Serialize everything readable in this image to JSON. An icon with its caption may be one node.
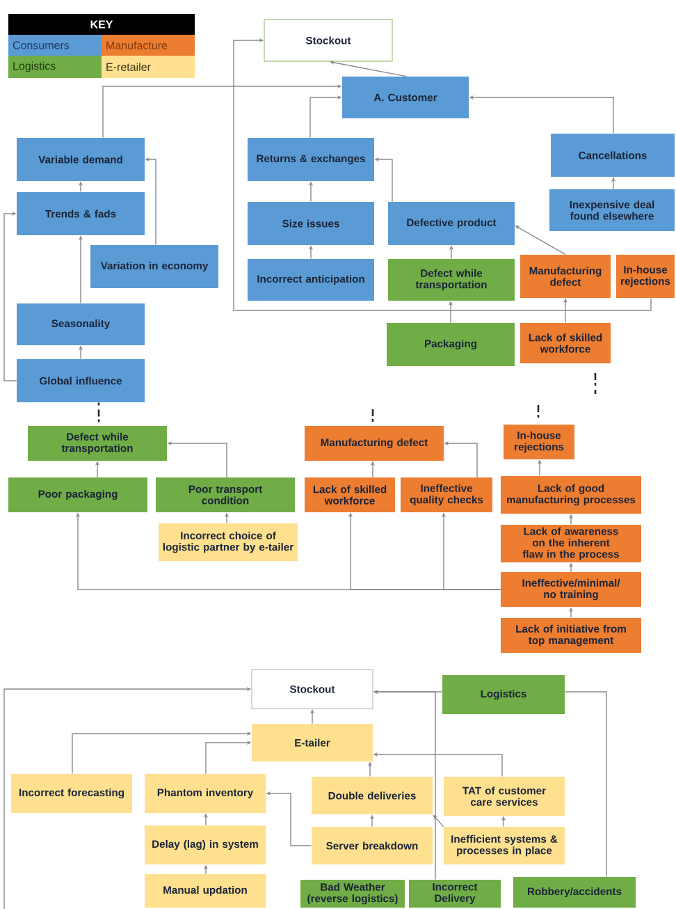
{
  "diagram": {
    "nodes": [
      {
        "text": [
          "Stockout"
        ]
      },
      {
        "text": [
          "A. Customer"
        ]
      },
      {
        "text": [
          "Variable demand"
        ]
      },
      {
        "text": [
          "Returns & exchanges"
        ]
      },
      {
        "text": [
          "Cancellations"
        ]
      },
      {
        "text": [
          "Trends & fads"
        ]
      },
      {
        "text": [
          "Size issues"
        ]
      },
      {
        "text": [
          "Defective product"
        ]
      },
      {
        "text": [
          "Inexpensive deal found elsewhere"
        ]
      },
      {
        "text": [
          "Variation in economy"
        ]
      },
      {
        "text": [
          "Incorrect anticipation"
        ]
      },
      {
        "text": [
          "Defect while transportation"
        ]
      },
      {
        "text": [
          "Manufacturing defect"
        ]
      },
      {
        "text": [
          "In-house rejections"
        ]
      },
      {
        "text": [
          "Seasonality"
        ]
      },
      {
        "text": [
          "Packaging"
        ]
      },
      {
        "text": [
          "Lack of skilled workforce"
        ]
      },
      {
        "text": [
          "Global influence"
        ]
      },
      {
        "text": [
          "Defect while transportation"
        ]
      },
      {
        "text": [
          "Manufacturing defect"
        ]
      },
      {
        "text": [
          "In-house rejections"
        ]
      },
      {
        "text": [
          "Poor packaging"
        ]
      },
      {
        "text": [
          "Poor transport condition"
        ]
      },
      {
        "text": [
          "Lack of skilled workforce"
        ]
      },
      {
        "text": [
          "Ineffective quality checks"
        ]
      },
      {
        "text": [
          "Lack of good manufacturing processes"
        ]
      },
      {
        "text": [
          "Incorrect choice of logistic partner by e-tailer"
        ]
      },
      {
        "text": [
          "Lack of awareness on the inherent flaw in the process"
        ]
      },
      {
        "text": [
          "Ineffective/minimal/ no training"
        ]
      },
      {
        "text": [
          "Lack of initiative from top management"
        ]
      },
      {
        "text": [
          "Stockout"
        ]
      },
      {
        "text": [
          "Logistics"
        ]
      },
      {
        "text": [
          "E-tailer"
        ]
      },
      {
        "text": [
          "Incorrect forecasting"
        ]
      },
      {
        "text": [
          "Phantom inventory"
        ]
      },
      {
        "text": [
          "Double deliveries"
        ]
      },
      {
        "text": [
          "TAT of customer care services"
        ]
      },
      {
        "text": [
          "Delay (lag) in system"
        ]
      },
      {
        "text": [
          "Server breakdown"
        ]
      },
      {
        "text": [
          "Inefficient systems & processes in place"
        ]
      },
      {
        "text": [
          "Manual updation"
        ]
      },
      {
        "text": [
          "Bad Weather (reverse logistics)"
        ]
      },
      {
        "text": [
          "Incorrect Delivery"
        ]
      },
      {
        "text": [
          "Robbery/accidents"
        ]
      }
    ],
    "edges": [
      {
        "from": 1,
        "to": 0,
        "arrow": "to"
      },
      {
        "from": 13,
        "to": 0,
        "arrow": "to"
      },
      {
        "from": 2,
        "to": 1,
        "arrow": "to"
      },
      {
        "from": 3,
        "to": 1,
        "arrow": "to"
      },
      {
        "from": 4,
        "to": 1,
        "arrow": "to"
      },
      {
        "from": 5,
        "to": 2,
        "arrow": "to"
      },
      {
        "from": 9,
        "to": 2,
        "arrow": "to"
      },
      {
        "from": 14,
        "to": 5,
        "arrow": "to"
      },
      {
        "from": 17,
        "to": 5,
        "arrow": "to"
      },
      {
        "from": 17,
        "to": 14,
        "arrow": "to"
      },
      {
        "from": 6,
        "to": 3,
        "arrow": "to"
      },
      {
        "from": 10,
        "to": 6,
        "arrow": "to"
      },
      {
        "from": 7,
        "to": 3,
        "arrow": "to"
      },
      {
        "from": 8,
        "to": 4,
        "arrow": "to"
      },
      {
        "from": 11,
        "to": 7,
        "arrow": "to"
      },
      {
        "from": 12,
        "to": 7,
        "arrow": "to"
      },
      {
        "from": 15,
        "to": 11,
        "arrow": "to"
      },
      {
        "from": 16,
        "to": 12,
        "arrow": "to"
      },
      {
        "from": 21,
        "to": 18,
        "arrow": "to"
      },
      {
        "from": 22,
        "to": 18,
        "arrow": "to"
      },
      {
        "from": 26,
        "to": 22,
        "arrow": "to"
      },
      {
        "from": 23,
        "to": 19,
        "arrow": "to"
      },
      {
        "from": 24,
        "to": 19,
        "arrow": "to"
      },
      {
        "from": 25,
        "to": 20,
        "arrow": "to"
      },
      {
        "from": 27,
        "to": 25,
        "arrow": "to"
      },
      {
        "from": 28,
        "to": 27,
        "arrow": "to"
      },
      {
        "from": 29,
        "to": 28,
        "arrow": "to"
      },
      {
        "from": 28,
        "to": 21,
        "arrow": "to"
      },
      {
        "from": 28,
        "to": 23,
        "arrow": "to"
      },
      {
        "from": 28,
        "to": 24,
        "arrow": "to"
      },
      {
        "from": null,
        "to": 30,
        "arrow": "to"
      },
      {
        "from": 32,
        "to": 30,
        "arrow": "to"
      },
      {
        "from": 31,
        "to": 30,
        "arrow": "to"
      },
      {
        "from": 42,
        "to": 30,
        "arrow": "to"
      },
      {
        "from": 43,
        "to": 31,
        "arrow": "none"
      },
      {
        "from": 33,
        "to": 32,
        "arrow": "to"
      },
      {
        "from": 34,
        "to": 32,
        "arrow": "to"
      },
      {
        "from": 37,
        "to": 34,
        "arrow": "to"
      },
      {
        "from": 40,
        "to": 37,
        "arrow": "to"
      },
      {
        "from": 38,
        "to": 34,
        "arrow": "to"
      },
      {
        "from": 38,
        "to": 35,
        "arrow": "to"
      },
      {
        "from": 35,
        "to": 32,
        "arrow": "to"
      },
      {
        "from": 36,
        "to": 32,
        "arrow": "to"
      },
      {
        "from": 39,
        "to": 36,
        "arrow": "to"
      },
      {
        "from": 39,
        "to": 35,
        "arrow": "to"
      },
      {
        "from": 17,
        "to": 18,
        "arrow": "none",
        "style": "dashed",
        "color": "#282828"
      }
    ],
    "labels": [
      "KEY"
    ],
    "legend": [
      {
        "text": "Consumers",
        "color": "#5b9bd5"
      },
      {
        "text": "Manufacture",
        "color": "#ed7d31"
      },
      {
        "text": "Logistics",
        "color": "#70ad47"
      },
      {
        "text": "E-retailer",
        "color": "#ffe08f"
      }
    ]
  }
}
